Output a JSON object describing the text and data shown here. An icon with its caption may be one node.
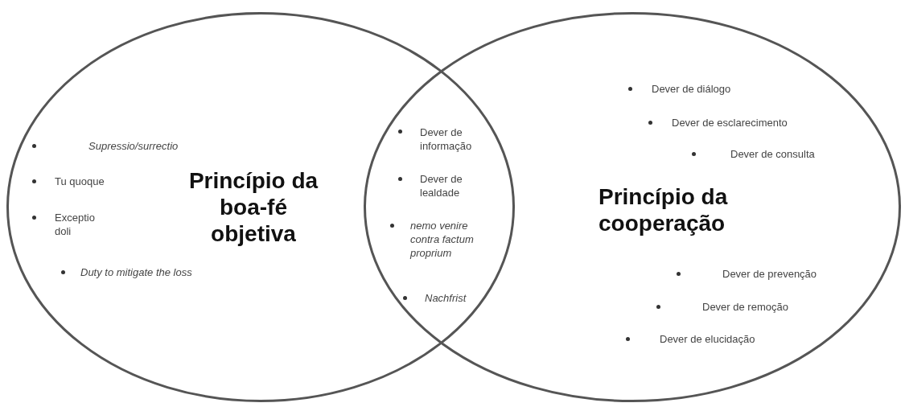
{
  "diagram": {
    "nodes": [
      {
        "text": [
          "Princípio da boa-fé objetiva"
        ]
      },
      {
        "text": [
          "Princípio da cooperação"
        ]
      }
    ],
    "edges": [],
    "labels": [
      "Supressio/surrectio",
      "Tu quoque",
      "Exceptio doli",
      "Duty to mitigate the loss",
      "Dever de informação",
      "Dever de lealdade",
      "nemo venire contra factum proprium",
      "Nachfrist",
      "Dever de diálogo",
      "Dever de esclarecimento",
      "Dever de consulta",
      "Dever de prevenção",
      "Dever de remoção",
      "Dever de elucidação"
    ]
  }
}
